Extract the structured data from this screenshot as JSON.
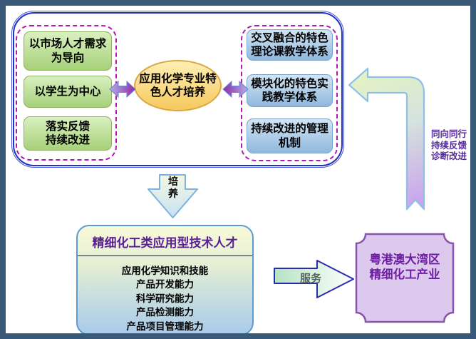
{
  "diagram": {
    "inputs": [
      "以市场人才需求\n为导向",
      "以学生为中心",
      "落实反馈\n持续改进"
    ],
    "core": "应用化学专业特\n色人才培养",
    "systems": [
      "交叉融合的特色\n理论课教学体系",
      "模块化的特色实\n践教学体系",
      "持续改进的管理\n机制"
    ],
    "feedback_note": "同向同行\n持续反馈\n诊断改进",
    "cultivate_label": "培\n养",
    "talent": {
      "title": "精细化工类应用型技术人才",
      "abilities": "应用化学知识和技能\n产品开发能力\n科学研究能力\n产品检测能力\n产品项目管理能力"
    },
    "serve_label": "服务",
    "industry": "粤港澳大湾区\n精细化工产业"
  },
  "colors": {
    "frame": "#3a5878",
    "container_border": "#2230c4",
    "dashed_border": "#b515b5",
    "green_chip": "#a6d17a",
    "blue_chip": "#90b8dc",
    "ellipse_gold": "#f5c95e",
    "double_arrow_purple": "#8c2da8",
    "bent_arrow_green": "#e3f2c5",
    "bent_arrow_purple": "#c9a4ec",
    "talent_title_purple": "#5c2096",
    "plaque_fill": "#ddc9ed",
    "plaque_text": "#6b1fa0",
    "feedback_text": "#552a9b"
  }
}
